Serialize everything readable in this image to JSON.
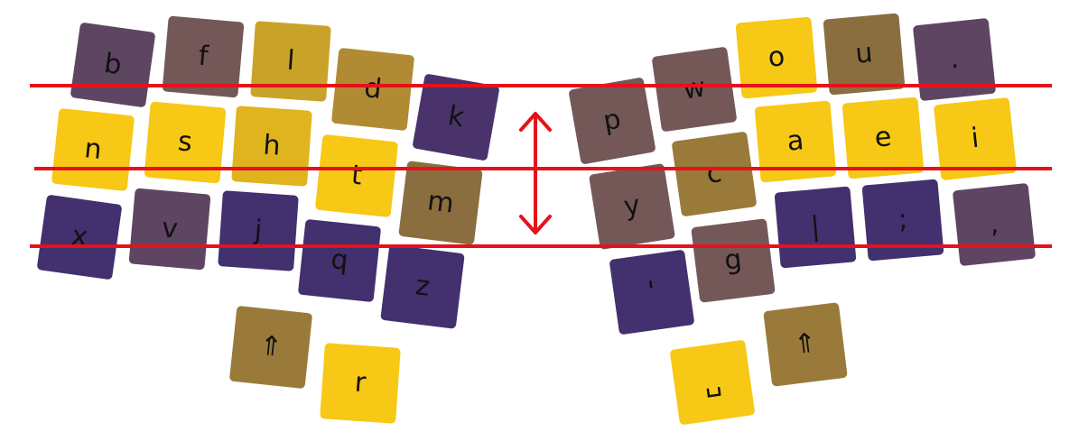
{
  "colors": {
    "yellow": "#f7c815",
    "gold": "#dfb41f",
    "mustard": "#c9a229",
    "ochre": "#b08b34",
    "olive_brown": "#9a7a3a",
    "brown": "#8a6e40",
    "taupe": "#745858",
    "plum": "#5e4562",
    "indigo": "#4a336b",
    "violet": "#43306e",
    "guide_red": "#e5121b",
    "key_text": "#111111"
  },
  "keys": [
    {
      "id": "b",
      "label": "b",
      "color": "plum"
    },
    {
      "id": "f",
      "label": "f",
      "color": "taupe"
    },
    {
      "id": "l",
      "label": "l",
      "color": "mustard"
    },
    {
      "id": "d",
      "label": "d",
      "color": "ochre"
    },
    {
      "id": "k",
      "label": "k",
      "color": "indigo"
    },
    {
      "id": "n",
      "label": "n",
      "color": "yellow"
    },
    {
      "id": "s",
      "label": "s",
      "color": "yellow"
    },
    {
      "id": "h",
      "label": "h",
      "color": "gold"
    },
    {
      "id": "t",
      "label": "t",
      "color": "yellow"
    },
    {
      "id": "m",
      "label": "m",
      "color": "brown"
    },
    {
      "id": "x",
      "label": "x",
      "color": "violet"
    },
    {
      "id": "v",
      "label": "v",
      "color": "plum"
    },
    {
      "id": "j",
      "label": "j",
      "color": "violet"
    },
    {
      "id": "q",
      "label": "q",
      "color": "violet"
    },
    {
      "id": "z",
      "label": "z",
      "color": "violet"
    },
    {
      "id": "shift-left",
      "label": "⇑",
      "color": "olive_brown"
    },
    {
      "id": "r",
      "label": "r",
      "color": "yellow"
    },
    {
      "id": "p",
      "label": "p",
      "color": "taupe"
    },
    {
      "id": "w",
      "label": "w",
      "color": "taupe"
    },
    {
      "id": "o",
      "label": "o",
      "color": "yellow"
    },
    {
      "id": "u",
      "label": "u",
      "color": "brown"
    },
    {
      "id": "period",
      "label": ".",
      "color": "plum"
    },
    {
      "id": "y",
      "label": "y",
      "color": "taupe"
    },
    {
      "id": "c",
      "label": "c",
      "color": "olive_brown"
    },
    {
      "id": "a",
      "label": "a",
      "color": "yellow"
    },
    {
      "id": "e",
      "label": "e",
      "color": "yellow"
    },
    {
      "id": "i",
      "label": "i",
      "color": "yellow"
    },
    {
      "id": "apostrophe",
      "label": "'",
      "color": "violet"
    },
    {
      "id": "g",
      "label": "g",
      "color": "taupe"
    },
    {
      "id": "pipe",
      "label": "|",
      "color": "violet"
    },
    {
      "id": "semicolon",
      "label": ";",
      "color": "violet"
    },
    {
      "id": "comma",
      "label": ",",
      "color": "plum"
    },
    {
      "id": "space",
      "label": "␣",
      "color": "yellow"
    },
    {
      "id": "shift-right",
      "label": "⇑",
      "color": "olive_brown"
    }
  ]
}
